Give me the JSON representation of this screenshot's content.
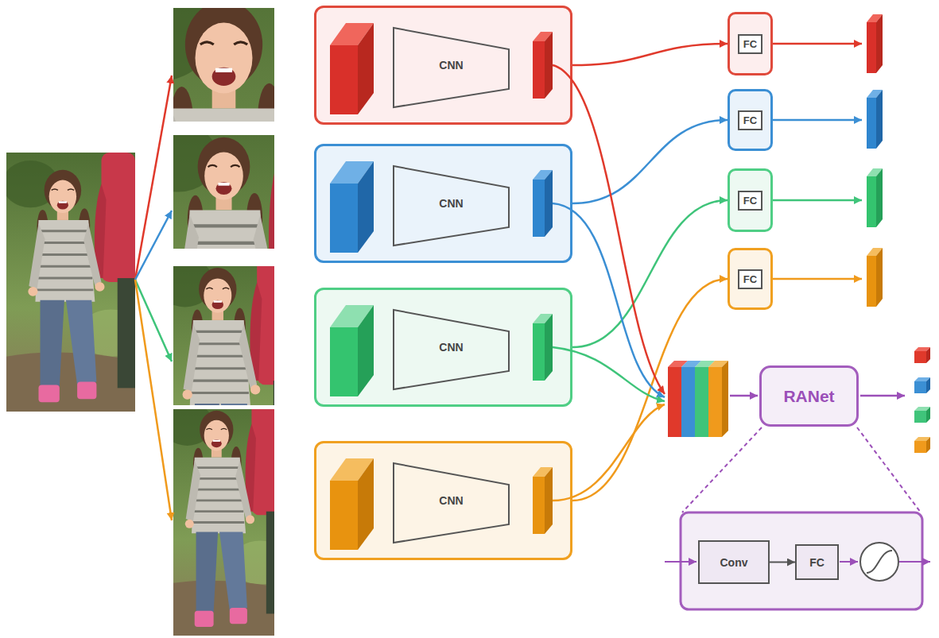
{
  "diagram": {
    "nodes": [
      {
        "text": [
          "CNN"
        ]
      },
      {
        "text": [
          "CNN"
        ]
      },
      {
        "text": [
          "CNN"
        ]
      },
      {
        "text": [
          "CNN"
        ]
      },
      {
        "text": [
          "FC"
        ]
      },
      {
        "text": [
          "FC"
        ]
      },
      {
        "text": [
          "FC"
        ]
      },
      {
        "text": [
          "FC"
        ]
      },
      {
        "text": [
          "RANet"
        ]
      },
      {
        "text": [
          "Conv"
        ]
      },
      {
        "text": [
          "FC"
        ]
      }
    ],
    "edges": [
      {
        "from": 0,
        "to": 4,
        "arrow": "to"
      },
      {
        "from": 1,
        "to": 5,
        "arrow": "to"
      },
      {
        "from": 2,
        "to": 6,
        "arrow": "to"
      },
      {
        "from": 3,
        "to": 7,
        "arrow": "to"
      },
      {
        "from": 9,
        "to": 10,
        "arrow": "to"
      }
    ]
  }
}
